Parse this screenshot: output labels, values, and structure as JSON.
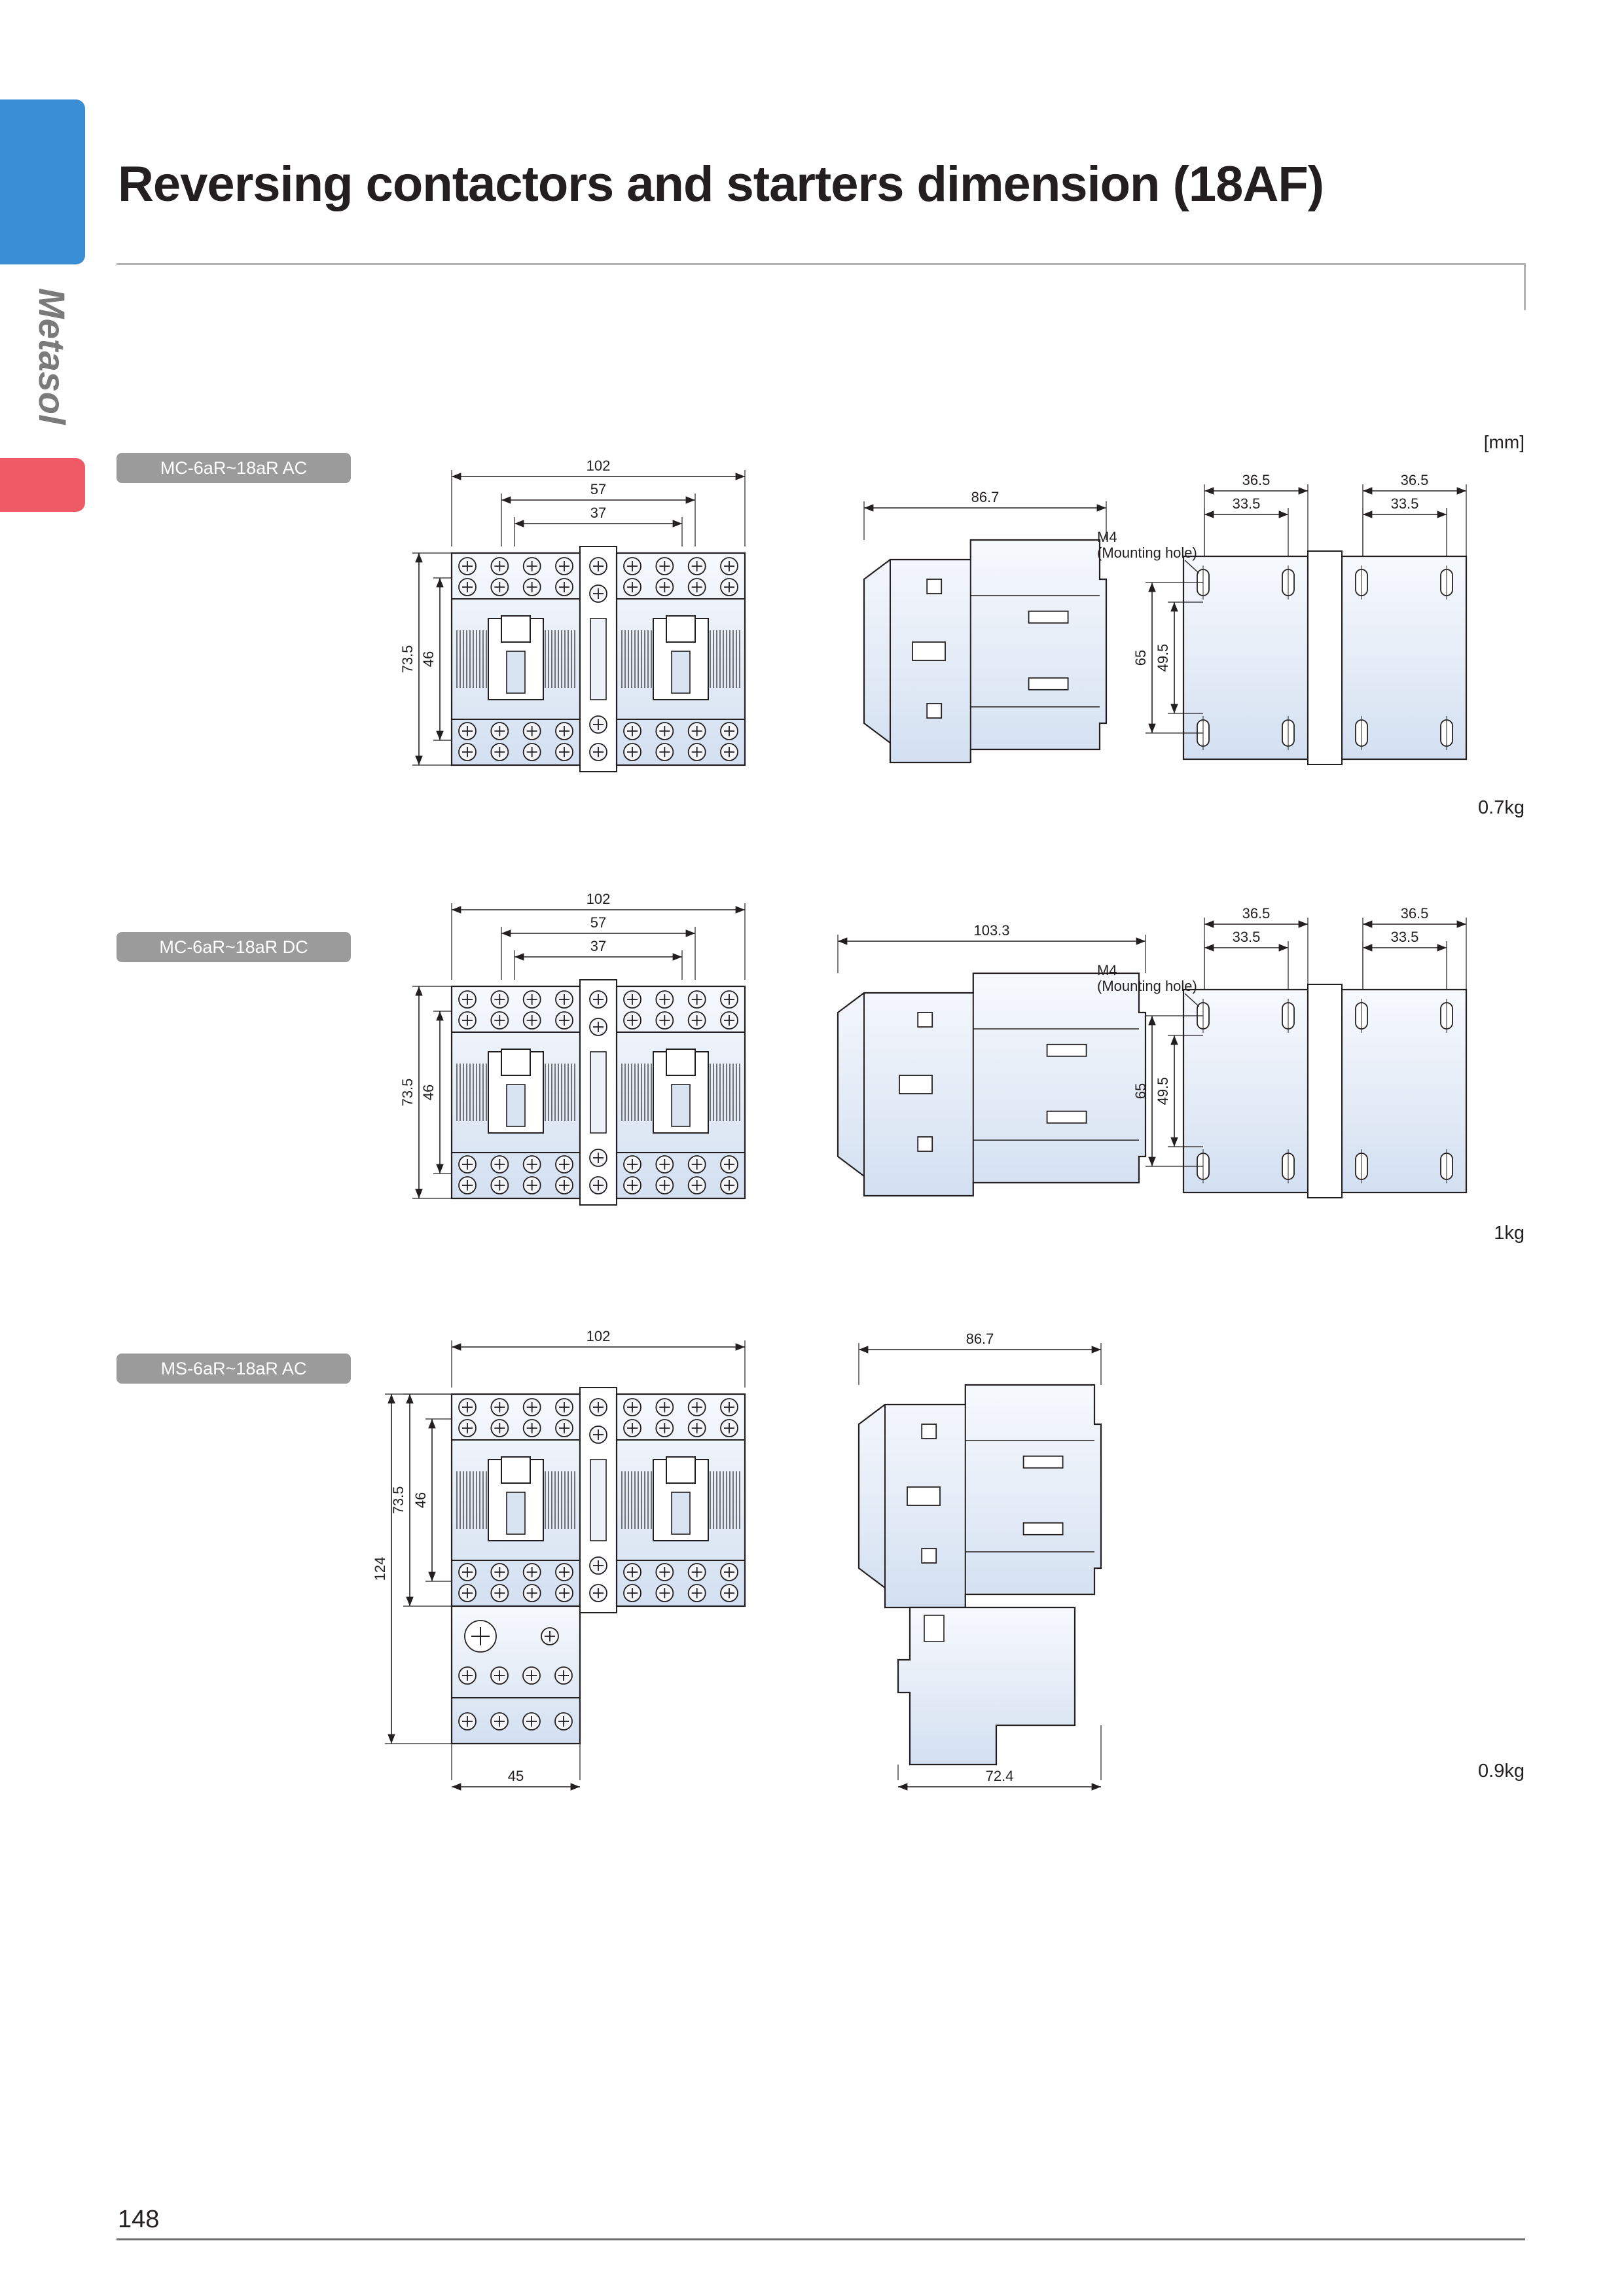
{
  "brand": "Metasol",
  "title": "Reversing contactors and starters dimension (18AF)",
  "unit": "[mm]",
  "page_number": "148",
  "colors": {
    "tab_blue": "#3a8fd4",
    "tab_red": "#ef5a67",
    "badge_gray": "#9b9b9b",
    "body_fill": "#e4ecf7"
  },
  "sections": [
    {
      "label": "MC-6aR~18aR AC",
      "weight": "0.7kg",
      "dims": {
        "width": "102",
        "pitch": "57",
        "inner": "37",
        "height": "73.5",
        "inner_height": "46",
        "depth": "86.7",
        "hole": "M4",
        "hole_note": "(Mounting hole)",
        "mount_h": "65",
        "mount_h_inner": "49.5",
        "m1": "36.5",
        "m1_inner": "33.5",
        "m2": "36.5",
        "m2_inner": "33.5"
      }
    },
    {
      "label": "MC-6aR~18aR DC",
      "weight": "1kg",
      "dims": {
        "width": "102",
        "pitch": "57",
        "inner": "37",
        "height": "73.5",
        "inner_height": "46",
        "depth": "103.3",
        "hole": "M4",
        "hole_note": "(Mounting hole)",
        "mount_h": "65",
        "mount_h_inner": "49.5",
        "m1": "36.5",
        "m1_inner": "33.5",
        "m2": "36.5",
        "m2_inner": "33.5"
      }
    },
    {
      "label": "MS-6aR~18aR AC",
      "weight": "0.9kg",
      "dims": {
        "width": "102",
        "height_total": "124",
        "height": "73.5",
        "inner_height": "46",
        "relay_width": "45",
        "depth": "86.7",
        "relay_depth": "72.4"
      }
    }
  ]
}
